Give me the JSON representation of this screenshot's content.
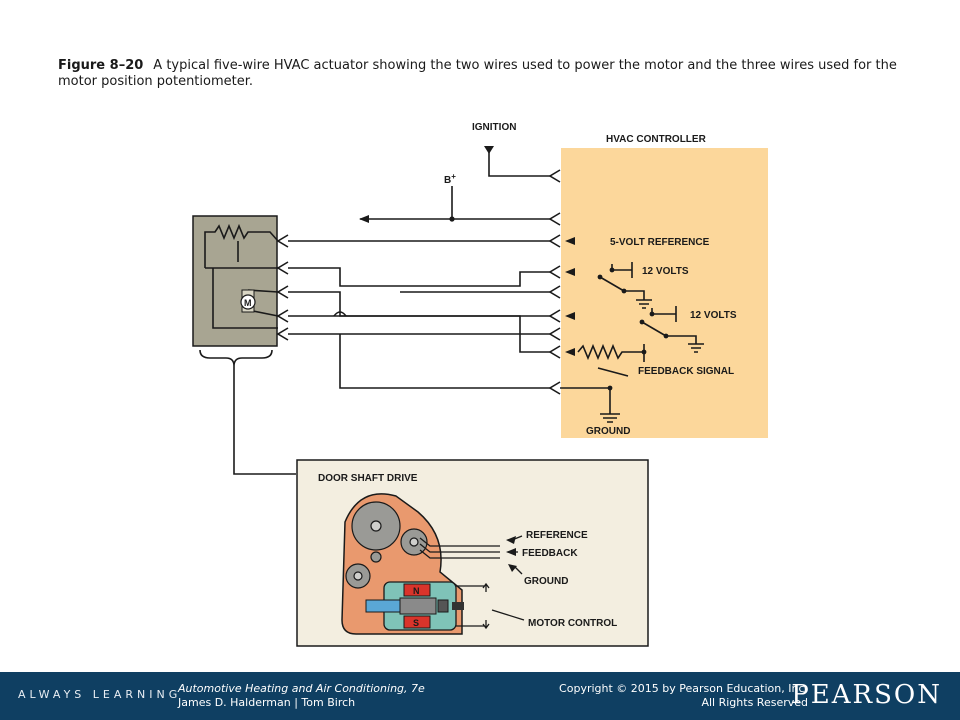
{
  "caption": {
    "figure_number": "Figure 8–20",
    "text": "A typical five-wire HVAC actuator showing the two wires used to power the motor and the three wires used for the motor position potentiometer."
  },
  "diagram": {
    "ignition": "IGNITION",
    "b_plus": "B",
    "b_plus_sup": "+",
    "controller_title": "HVAC CONTROLLER",
    "five_volt_ref": "5-VOLT REFERENCE",
    "twelve_volts_1": "12 VOLTS",
    "twelve_volts_2": "12 VOLTS",
    "feedback_signal": "FEEDBACK SIGNAL",
    "ground": "GROUND",
    "motor_symbol": "M",
    "door_shaft_title": "DOOR SHAFT DRIVE",
    "reference": "REFERENCE",
    "feedback": "FEEDBACK",
    "door_ground": "GROUND",
    "motor_control": "MOTOR CONTROL",
    "magnet_n": "N",
    "magnet_s": "S",
    "colors": {
      "controller_fill": "#fcd79b",
      "actuator_fill": "#a8a592",
      "door_panel_fill": "#f3eee0",
      "gear_housing_fill": "#e9996e",
      "motor_fill": "#7fc3b8",
      "shaft_fill": "#5aa7d6",
      "magnet_red": "#d9342b"
    }
  },
  "footer": {
    "always_learning": "ALWAYS LEARNING",
    "book_title": "Automotive Heating and Air Conditioning, 7e",
    "authors": "James D. Halderman | Tom Birch",
    "copyright": "Copyright © 2015 by Pearson Education, Inc.",
    "rights": "All Rights Reserved",
    "brand": "PEARSON"
  }
}
